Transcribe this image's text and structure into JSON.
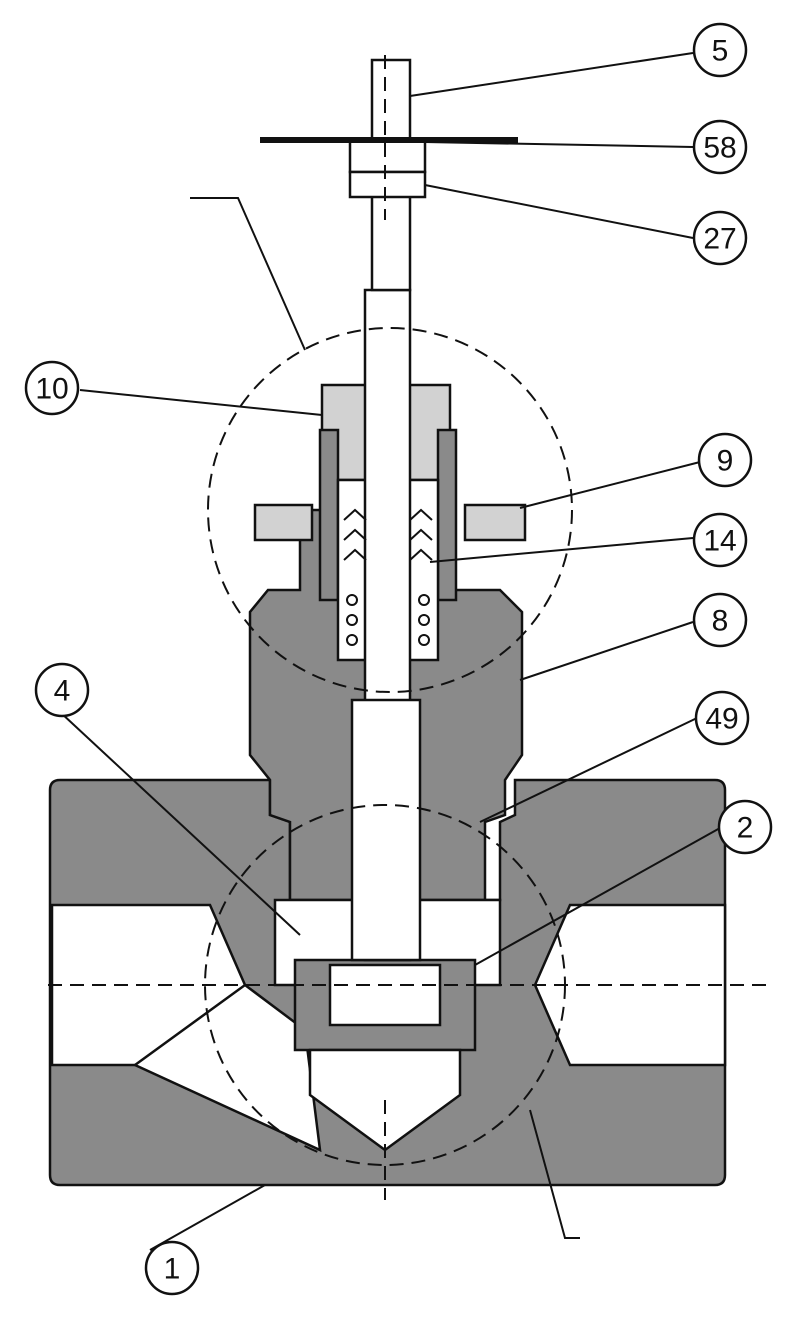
{
  "diagram": {
    "callouts": [
      {
        "id": "c5",
        "label": "5"
      },
      {
        "id": "c58",
        "label": "58"
      },
      {
        "id": "c27",
        "label": "27"
      },
      {
        "id": "c10",
        "label": "10"
      },
      {
        "id": "c9",
        "label": "9"
      },
      {
        "id": "c14",
        "label": "14"
      },
      {
        "id": "c8",
        "label": "8"
      },
      {
        "id": "c4",
        "label": "4"
      },
      {
        "id": "c49",
        "label": "49"
      },
      {
        "id": "c2",
        "label": "2"
      },
      {
        "id": "c1",
        "label": "1"
      }
    ]
  },
  "colors": {
    "body_fill": "#8a8a8a",
    "light_fill": "#d2d2d2",
    "white_fill": "#ffffff",
    "stroke": "#111111"
  }
}
